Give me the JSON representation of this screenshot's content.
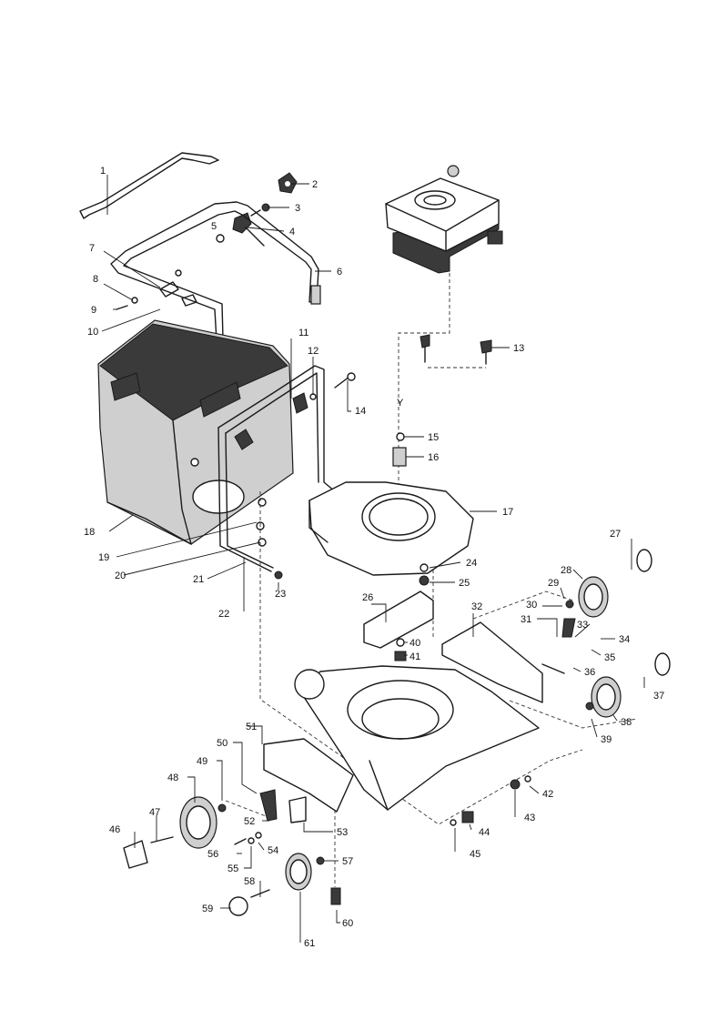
{
  "diagram": {
    "labels": [
      "1",
      "2",
      "3",
      "4",
      "5",
      "6",
      "7",
      "8",
      "9",
      "10",
      "11",
      "12",
      "13",
      "14",
      "15",
      "16",
      "17",
      "18",
      "19",
      "20",
      "21",
      "22",
      "23",
      "24",
      "25",
      "26",
      "27",
      "28",
      "29",
      "30",
      "31",
      "32",
      "33",
      "34",
      "35",
      "36",
      "37",
      "38",
      "39",
      "40",
      "41",
      "42",
      "43",
      "44",
      "45",
      "46",
      "47",
      "48",
      "49",
      "50",
      "51",
      "52",
      "53",
      "54",
      "55",
      "56",
      "57",
      "58",
      "59",
      "60",
      "61"
    ],
    "small_marks": [
      "Y"
    ]
  }
}
